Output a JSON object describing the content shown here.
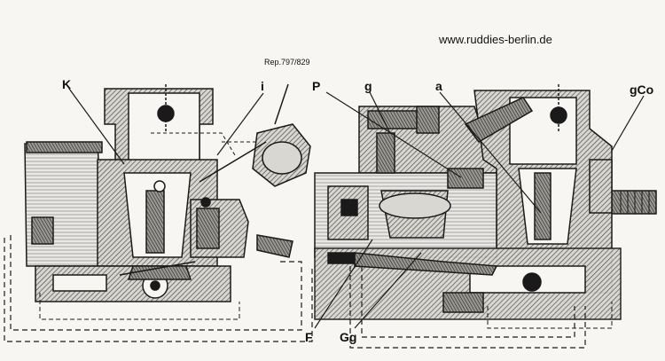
{
  "website": "www.ruddies-berlin.de",
  "reference": "Rep.797/829",
  "labels": {
    "K": "K",
    "i": "i",
    "P": "P",
    "g": "g",
    "a": "a",
    "gCo": "gCo",
    "F": "F",
    "Gg": "Gg"
  },
  "colors": {
    "paper": "#f7f6f3",
    "ink": "#1a1a1a",
    "hatch": "#555555"
  }
}
